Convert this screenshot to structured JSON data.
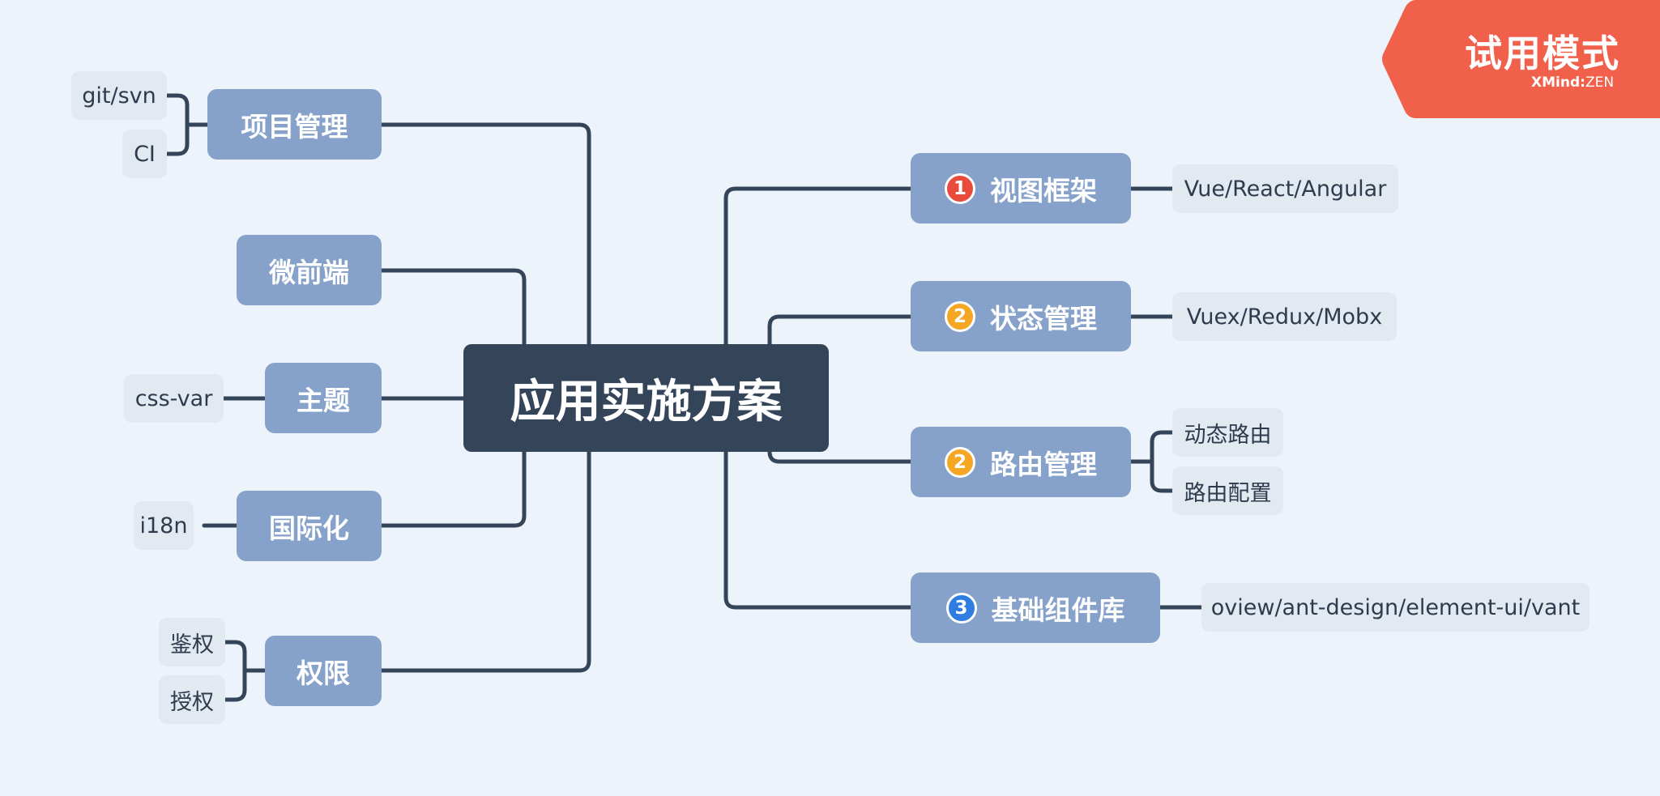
{
  "central": {
    "label": "应用实施方案"
  },
  "left_topics": [
    {
      "label": "项目管理",
      "children": [
        "git/svn",
        "CI"
      ]
    },
    {
      "label": "微前端",
      "children": []
    },
    {
      "label": "主题",
      "children": [
        "css-var"
      ]
    },
    {
      "label": "国际化",
      "children": [
        "i18n"
      ]
    },
    {
      "label": "权限",
      "children": [
        "鉴权",
        "授权"
      ]
    }
  ],
  "right_topics": [
    {
      "label": "视图框架",
      "marker": {
        "number": "1",
        "color": "#e84b3c"
      },
      "children": [
        "Vue/React/Angular"
      ]
    },
    {
      "label": "状态管理",
      "marker": {
        "number": "2",
        "color": "#f5a623"
      },
      "children": [
        "Vuex/Redux/Mobx"
      ]
    },
    {
      "label": "路由管理",
      "marker": {
        "number": "2",
        "color": "#f5a623"
      },
      "children": [
        "动态路由",
        "路由配置"
      ]
    },
    {
      "label": "基础组件库",
      "marker": {
        "number": "3",
        "color": "#2f7de1"
      },
      "children": [
        "oview/ant-design/element-ui/vant"
      ]
    }
  ],
  "watermark": {
    "title": "试用模式",
    "brand": "XMind",
    "separator": ":",
    "edition": "ZEN",
    "color": "#f0604b"
  },
  "colors": {
    "background": "#edf3fa",
    "central": "#344459",
    "topic": "#86a2ca",
    "subtopic": "#e3e9f1",
    "line": "#344459"
  }
}
